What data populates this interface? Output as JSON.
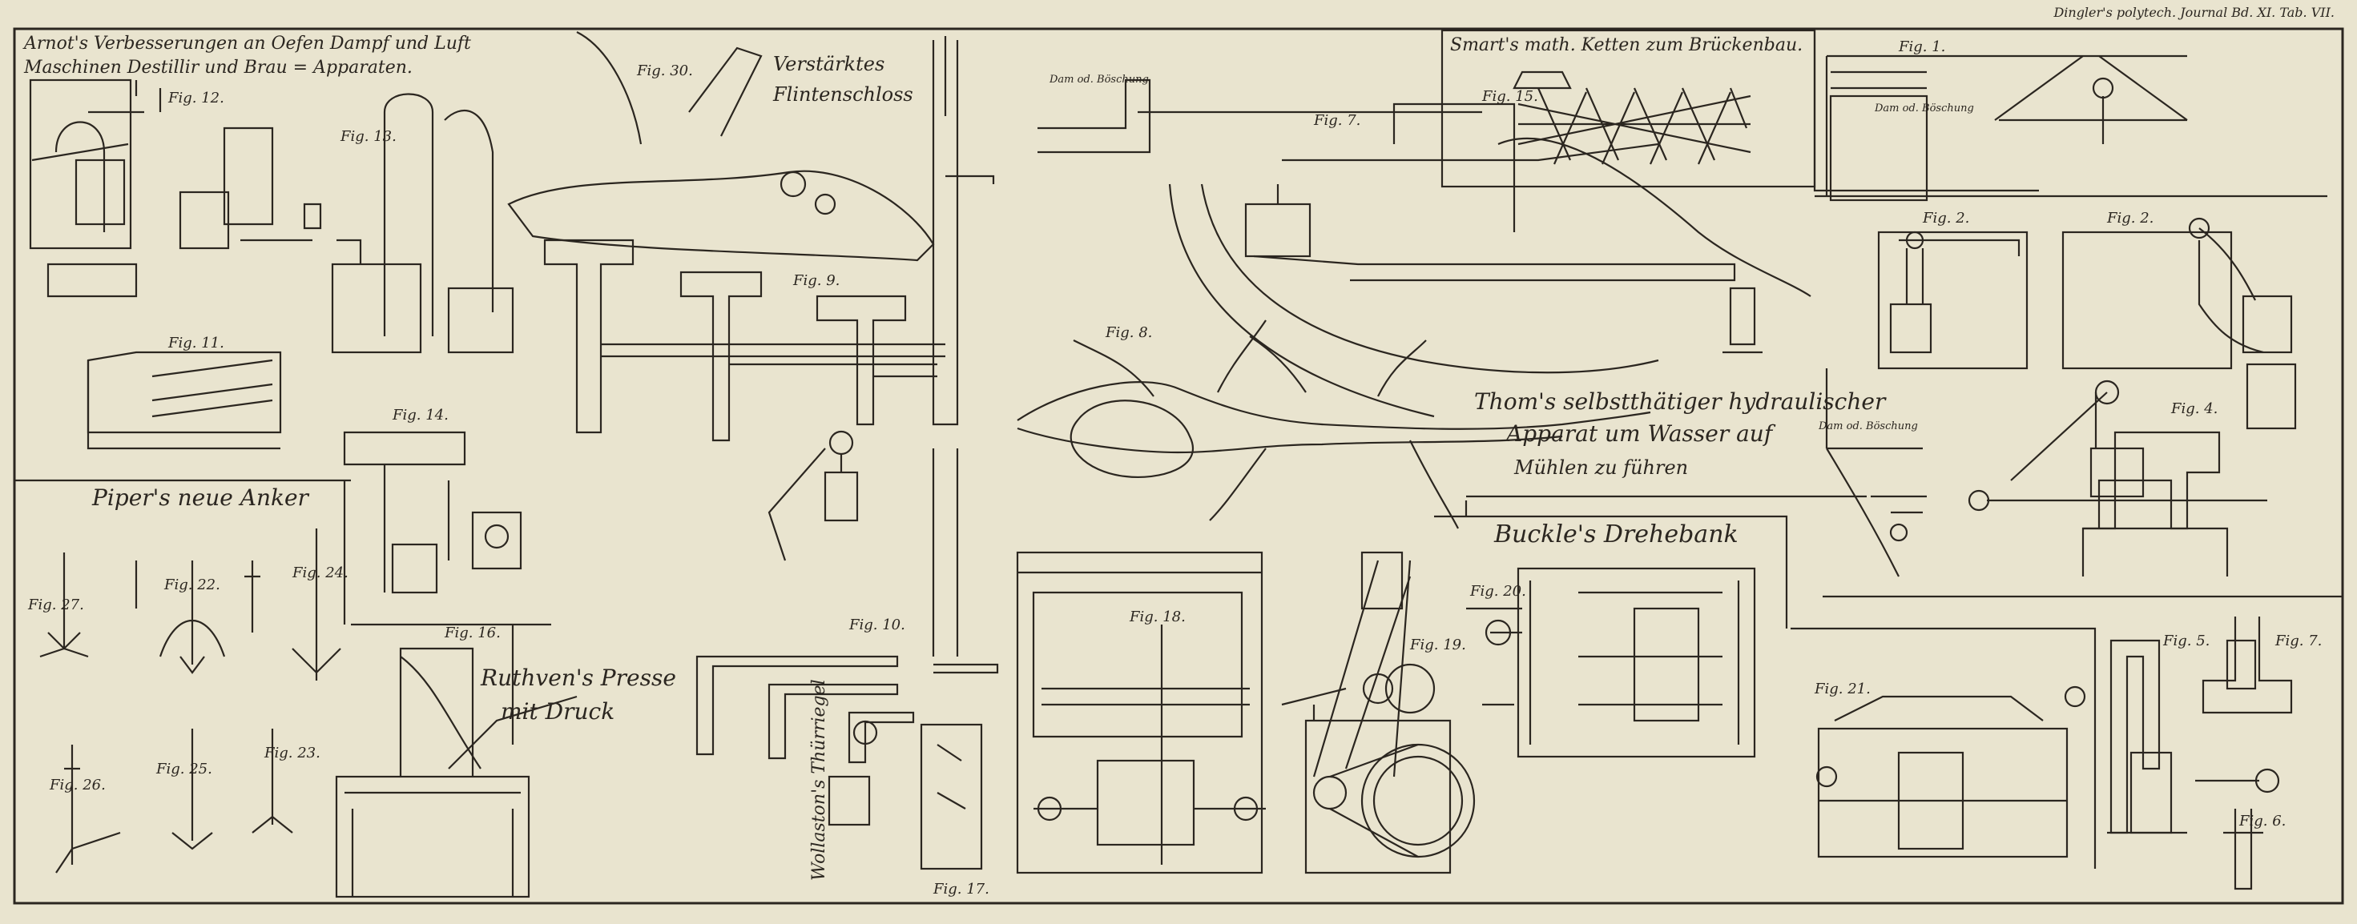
{
  "header": {
    "journal": "Dingler's polytech. Journal Bd. XI. Tab. VII."
  },
  "titles": {
    "arnot_line1": "Arnot's Verbesserungen an Oefen Dampf und Luft",
    "arnot_line2": "Maschinen Destillir und Brau = Apparaten.",
    "flintenschloss_line1": "Verstärktes",
    "flintenschloss_line2": "Flintenschloss",
    "smart": "Smart's math. Ketten zum Brückenbau.",
    "thom_line1": "Thom's selbstthätiger hydraulischer",
    "thom_line2": "Apparat um Wasser auf",
    "thom_line3": "Mühlen zu führen",
    "piper": "Piper's neue Anker",
    "ruthven_line1": "Ruthven's Presse",
    "ruthven_line2": "mit Druck",
    "buckle": "Buckle's Drehebank",
    "wollaston": "Wollaston's Thürriegel"
  },
  "figures": {
    "fig1": "Fig. 1.",
    "fig2a": "Fig. 2.",
    "fig2b": "Fig. 2.",
    "fig4": "Fig. 4.",
    "fig5": "Fig. 5.",
    "fig6": "Fig. 6.",
    "fig7a": "Fig. 7.",
    "fig7b": "Fig. 7.",
    "fig8": "Fig. 8.",
    "fig9": "Fig. 9.",
    "fig10": "Fig. 10.",
    "fig11": "Fig. 11.",
    "fig12": "Fig. 12.",
    "fig13": "Fig. 13.",
    "fig14": "Fig. 14.",
    "fig15": "Fig. 15.",
    "fig16": "Fig. 16.",
    "fig17": "Fig. 17.",
    "fig18": "Fig. 18.",
    "fig19": "Fig. 19.",
    "fig20": "Fig. 20.",
    "fig21": "Fig. 21.",
    "fig22": "Fig. 22.",
    "fig23": "Fig. 23.",
    "fig24": "Fig. 24.",
    "fig25": "Fig. 25.",
    "fig26": "Fig. 26.",
    "fig27": "Fig. 27.",
    "fig30": "Fig. 30."
  },
  "labels": {
    "dam1": "Dam od. Böschung",
    "dam2": "Dam od. Böschung",
    "dam3": "Dam od. Böschung"
  }
}
